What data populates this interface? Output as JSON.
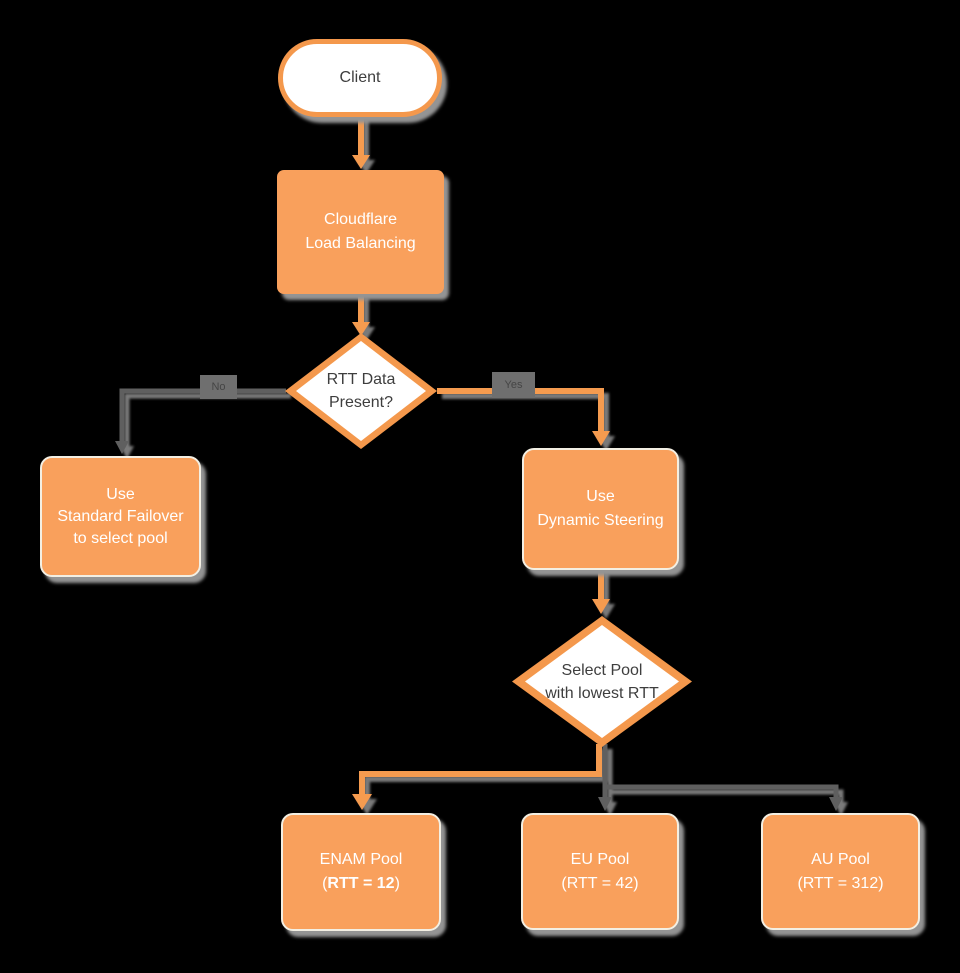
{
  "diagram": {
    "title_hint": "Cloudflare Load Balancing flowchart",
    "colors": {
      "background": "#000000",
      "node_fill_orange": "#F9A05C",
      "node_stroke_orange": "#F4984C",
      "connector_orange": "#F59B50",
      "connector_gray": "#5F5F5F",
      "shadow_gray": "#949494",
      "text_dark": "#3E3E3E",
      "text_light": "#FFFFFF",
      "edge_label_bg": "#6F6F6F"
    },
    "nodes": {
      "client": {
        "shape": "stadium",
        "label": "Client"
      },
      "load_balancing": {
        "shape": "process",
        "line1": "Cloudflare",
        "line2": "Load Balancing"
      },
      "rtt_decision": {
        "shape": "decision",
        "line1": "RTT Data",
        "line2": "Present?"
      },
      "standard_failover": {
        "shape": "process",
        "line1": "Use",
        "line2": "Standard Failover",
        "line3": "to select pool"
      },
      "dynamic_steering": {
        "shape": "process",
        "line1": "Use",
        "line2": "Dynamic Steering"
      },
      "pool_decision": {
        "shape": "decision",
        "line1": "Select Pool",
        "line2": "with lowest RTT"
      },
      "enam_pool": {
        "shape": "process",
        "line1": "ENAM Pool",
        "line2_open": "(",
        "line2_bold": "RTT = 12",
        "line2_close": ")"
      },
      "eu_pool": {
        "shape": "process",
        "line1": "EU Pool",
        "line2": "(RTT = 42)"
      },
      "au_pool": {
        "shape": "process",
        "line1": "AU Pool",
        "line2": "(RTT = 312)"
      }
    },
    "edge_labels": {
      "no": "No",
      "yes": "Yes"
    }
  }
}
